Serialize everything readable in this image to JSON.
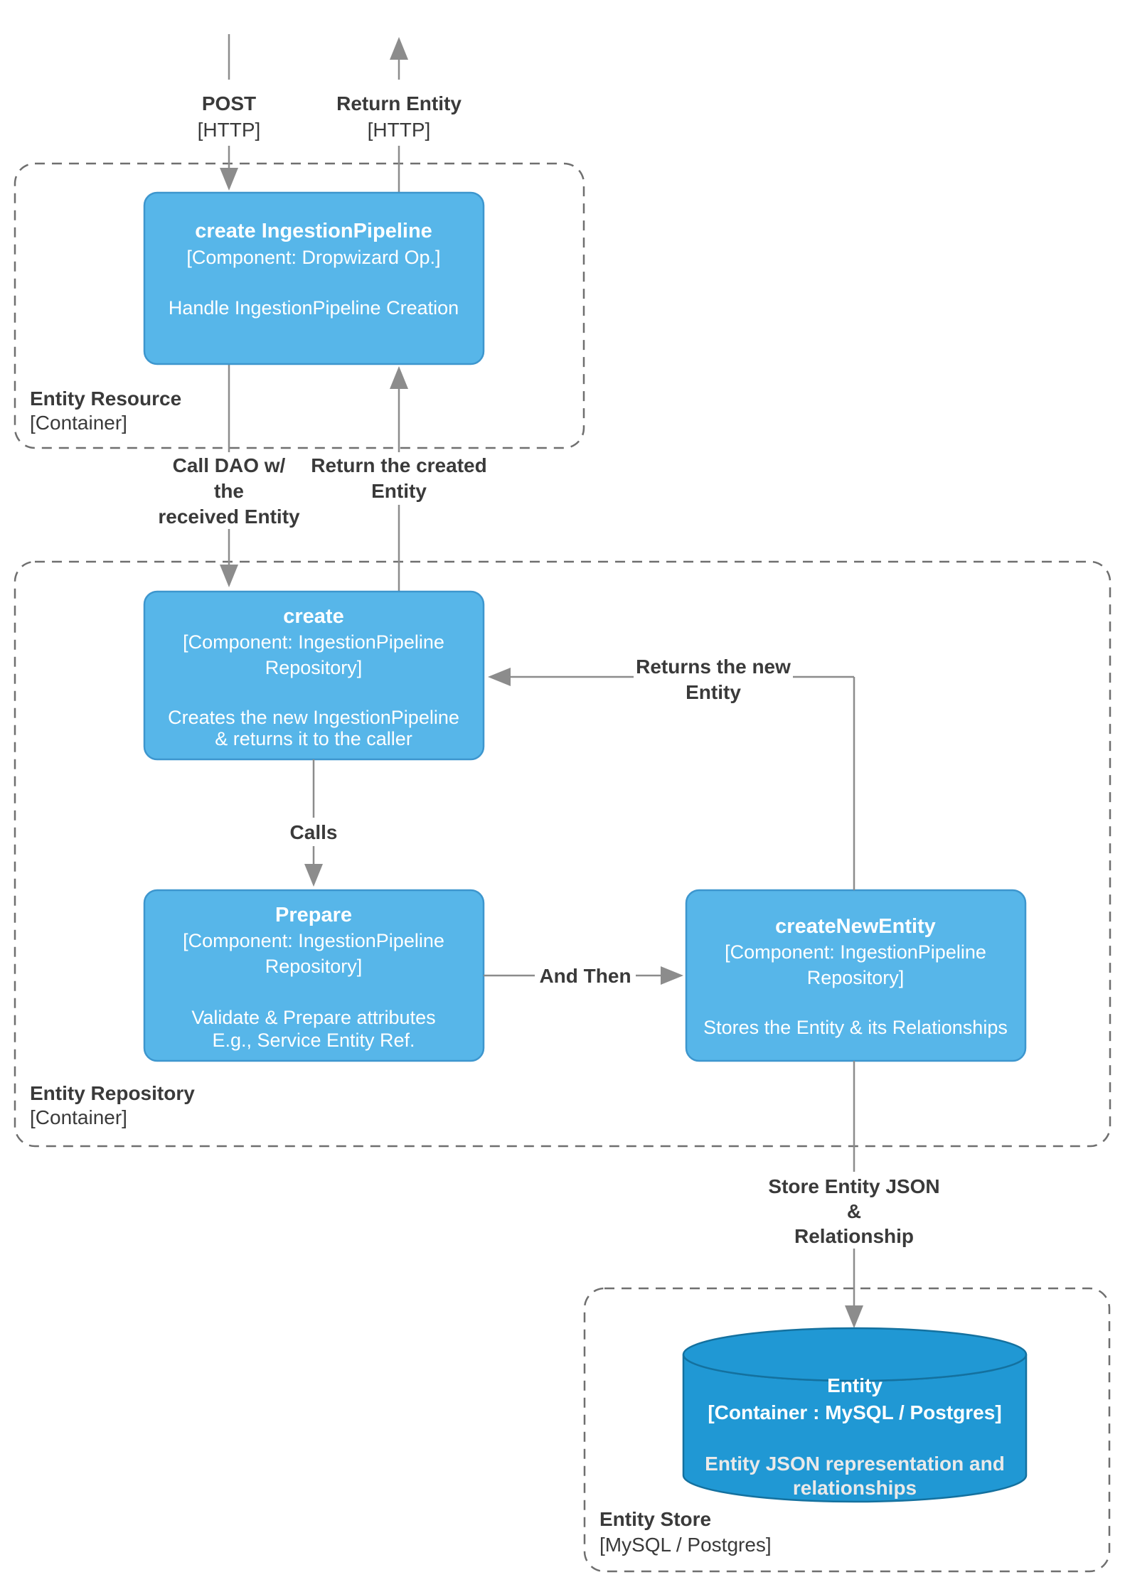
{
  "diagram": {
    "colors": {
      "box_fill": "#57B6E9",
      "box_border": "#3D96CE",
      "cylinder_fill": "#2098D4",
      "cylinder_border": "#14719F",
      "cylinder_desc_text": "#E9E9E9",
      "line_gray": "#8C8C8C",
      "dash_border": "#6F6F6F",
      "label_text": "#3A3A3A",
      "box_text": "#FFFFFF"
    },
    "top_arrows": {
      "post": {
        "label": "POST",
        "protocol": "[HTTP]"
      },
      "return_entity": {
        "label": "Return Entity",
        "protocol": "[HTTP]"
      }
    },
    "containers": {
      "entity_resource": {
        "name": "Entity Resource",
        "type": "[Container]"
      },
      "entity_repository": {
        "name": "Entity Repository",
        "type": "[Container]"
      },
      "entity_store": {
        "name": "Entity Store",
        "type": "[MySQL / Postgres]"
      }
    },
    "nodes": {
      "create_ingestion_pipeline": {
        "title": "create IngestionPipeline",
        "subtitle": "[Component: Dropwizard Op.]",
        "description": "Handle IngestionPipeline Creation"
      },
      "create": {
        "title": "create",
        "subtitle_line1": "[Component: IngestionPipeline",
        "subtitle_line2": "Repository]",
        "description_line1": "Creates the new IngestionPipeline",
        "description_line2": "& returns it to the caller"
      },
      "prepare": {
        "title": "Prepare",
        "subtitle_line1": "[Component: IngestionPipeline",
        "subtitle_line2": "Repository]",
        "description_line1": "Validate & Prepare attributes",
        "description_line2": "E.g., Service Entity Ref."
      },
      "create_new_entity": {
        "title": "createNewEntity",
        "subtitle_line1": "[Component: IngestionPipeline",
        "subtitle_line2": "Repository]",
        "description": "Stores the Entity & its Relationships"
      },
      "entity_db": {
        "title": "Entity",
        "subtitle": "[Container : MySQL / Postgres]",
        "description_line1": "Entity JSON representation and",
        "description_line2": "relationships"
      }
    },
    "edges": {
      "call_dao": {
        "line1": "Call DAO w/",
        "line2": "the",
        "line3": "received Entity"
      },
      "return_created": {
        "line1": "Return the created",
        "line2": "Entity"
      },
      "calls": {
        "label": "Calls"
      },
      "and_then": {
        "label": "And Then"
      },
      "returns_new": {
        "line1": "Returns the new",
        "line2": "Entity"
      },
      "store_json": {
        "line1": "Store Entity JSON",
        "line2": "&",
        "line3": "Relationship"
      }
    }
  }
}
